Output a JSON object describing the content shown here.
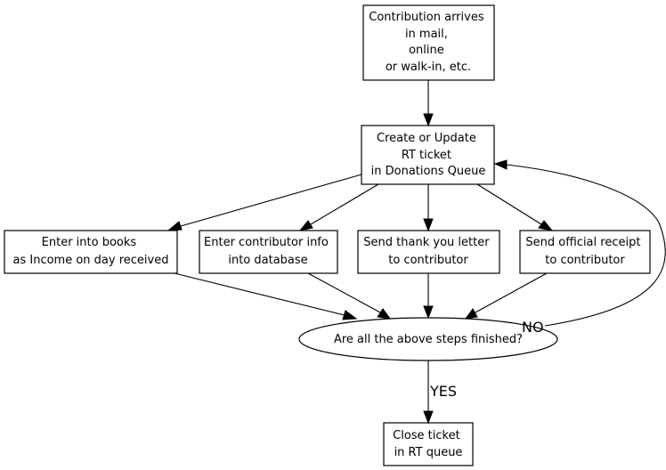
{
  "diagram": {
    "nodes": {
      "contribution": {
        "lines": [
          "Contribution arrives",
          "in mail,",
          "online",
          "or walk-in, etc."
        ]
      },
      "rt_ticket": {
        "lines": [
          "Create or Update",
          "RT ticket",
          "in Donations Queue"
        ]
      },
      "books": {
        "lines": [
          "Enter into books",
          "as Income on day received"
        ]
      },
      "database": {
        "lines": [
          "Enter contributor info",
          "into database"
        ]
      },
      "thank_you": {
        "lines": [
          "Send thank you letter",
          "to contributor"
        ]
      },
      "receipt": {
        "lines": [
          "Send official receipt",
          "to contributor"
        ]
      },
      "decision": {
        "lines": [
          "Are all the above steps finished?"
        ]
      },
      "close": {
        "lines": [
          "Close ticket",
          "in RT queue"
        ]
      }
    },
    "edge_labels": {
      "no": "NO",
      "yes": "YES"
    }
  }
}
